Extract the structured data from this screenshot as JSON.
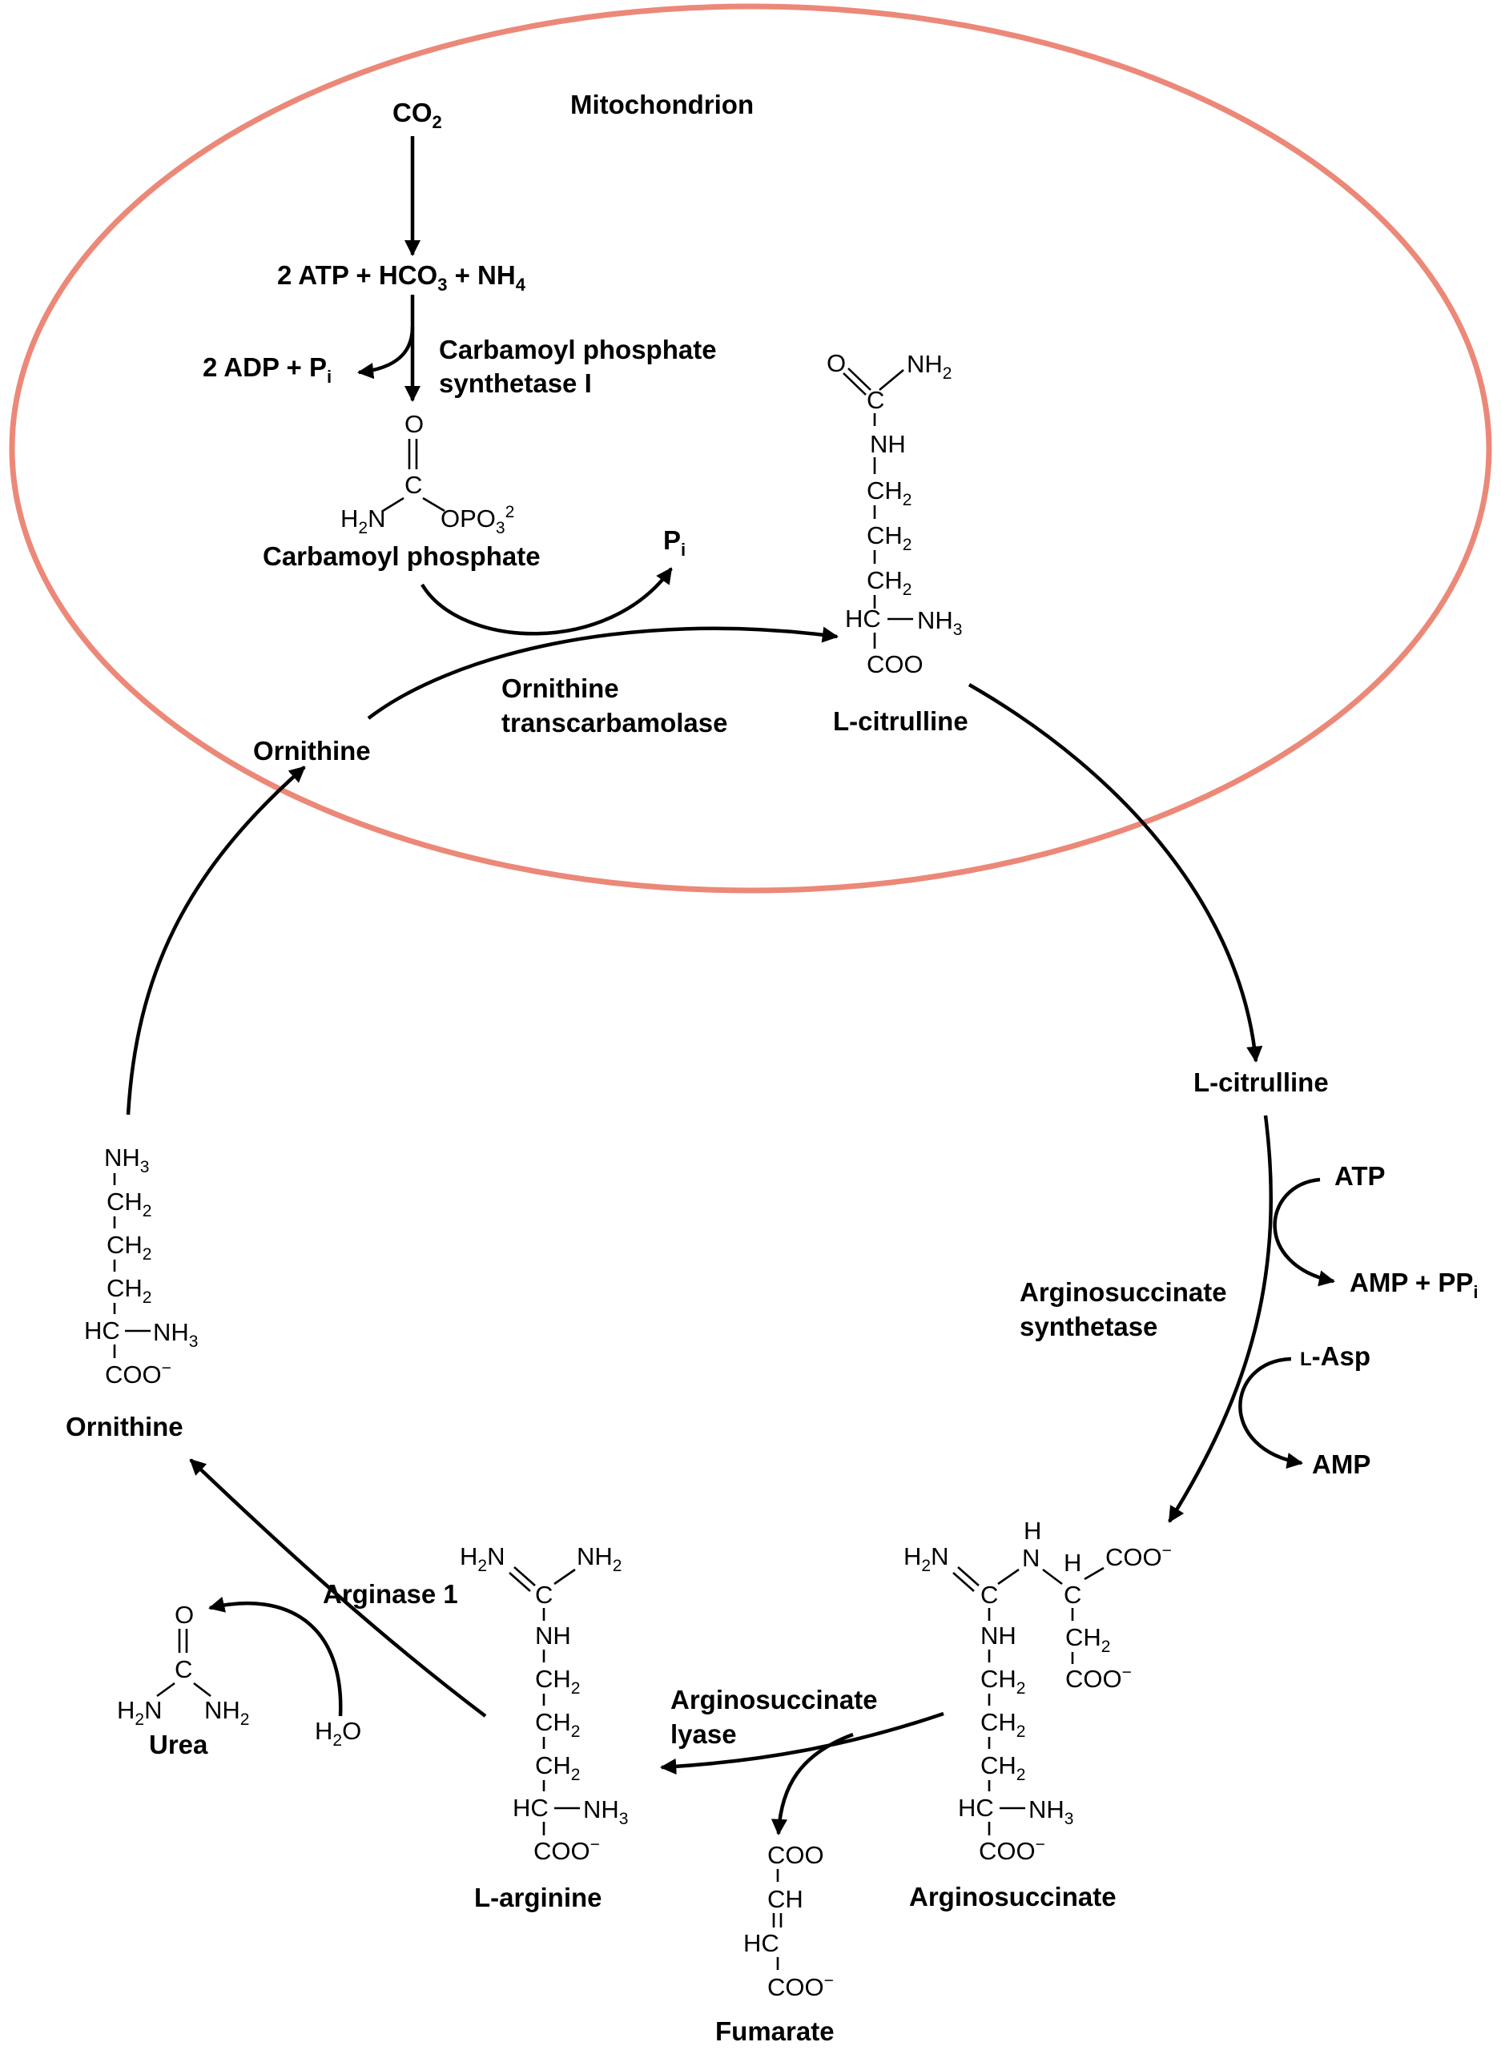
{
  "colors": {
    "membrane": "#ec8878",
    "ink": "#000000",
    "background": "#ffffff"
  },
  "compartment": {
    "label": "Mitochondrion"
  },
  "inputs": {
    "co2": "CO",
    "co2_sub": "2",
    "reactants_a": "2 ATP + HCO",
    "reactants_a_sub": "3",
    "reactants_b": " + NH",
    "reactants_b_sub": "4",
    "byproduct_a": "2 ADP + P",
    "byproduct_a_sub": "i"
  },
  "enzymes": {
    "cps1_line1": "Carbamoyl phosphate",
    "cps1_line2": "synthetase I",
    "otc_line1": "Ornithine",
    "otc_line2": "transcarbamolase",
    "ass_line1": "Arginosuccinate",
    "ass_line2": "synthetase",
    "asl_line1": "Arginosuccinate",
    "asl_line2": "lyase",
    "arginase": "Arginase 1"
  },
  "compounds": {
    "carbamoyl_phosphate": "Carbamoyl phosphate",
    "pi": "P",
    "pi_sub": "i",
    "citrulline_mito": "L-citrulline",
    "ornithine_mito": "Ornithine",
    "citrulline_cyto": "L-citrulline",
    "atp": "ATP",
    "amp_ppi": "AMP + PP",
    "amp_ppi_sub": "i",
    "l_asp_prefix": "L",
    "l_asp_rest": "-Asp",
    "amp": "AMP",
    "arginosuccinate": "Arginosuccinate",
    "fumarate": "Fumarate",
    "l_arginine": "L-arginine",
    "urea": "Urea",
    "water": "H",
    "water_sub": "2",
    "water_tail": "O",
    "ornithine_cyto": "Ornithine"
  },
  "structures": {
    "cp_o": "O",
    "cp_c": "C",
    "cp_h2n": "H",
    "cp_h2n_sub": "2",
    "cp_h2n_tail": "N",
    "cp_opo3": "OPO",
    "cp_opo3_sub": "3",
    "cp_opo3_sup": "2",
    "cit_o": "O",
    "cit_nh2": "NH",
    "cit_nh2_sub": "2",
    "cit_c": "C",
    "cit_nh": "NH",
    "cit_ch2_1": "CH",
    "cit_ch2_1_sub": "2",
    "cit_ch2_2": "CH",
    "cit_ch2_2_sub": "2",
    "cit_ch2_3": "CH",
    "cit_ch2_3_sub": "2",
    "cit_hc": "HC",
    "cit_nh3": "NH",
    "cit_nh3_sub": "3",
    "cit_coo": "COO",
    "orn_nh3_top": "NH",
    "orn_nh3_top_sub": "3",
    "orn_ch2_1": "CH",
    "orn_ch2_1_sub": "2",
    "orn_ch2_2": "CH",
    "orn_ch2_2_sub": "2",
    "orn_ch2_3": "CH",
    "orn_ch2_3_sub": "2",
    "orn_hc": "HC",
    "orn_nh3": "NH",
    "orn_nh3_sub": "3",
    "orn_coo": "COO",
    "orn_coo_sup": "−",
    "arg_h2n": "H",
    "arg_h2n_sub": "2",
    "arg_h2n_tail": "N",
    "arg_nh2": "NH",
    "arg_nh2_sub": "2",
    "arg_c": "C",
    "arg_nh": "NH",
    "arg_ch2_1": "CH",
    "arg_ch2_1_sub": "2",
    "arg_ch2_2": "CH",
    "arg_ch2_2_sub": "2",
    "arg_ch2_3": "CH",
    "arg_ch2_3_sub": "2",
    "arg_hc": "HC",
    "arg_nh3": "NH",
    "arg_nh3_sub": "3",
    "arg_coo": "COO",
    "arg_coo_sup": "−",
    "as_h2n": "H",
    "as_h2n_sub": "2",
    "as_h2n_tail": "N",
    "as_h_top": "H",
    "as_n": "N",
    "as_h": "H",
    "as_coo_top": "COO",
    "as_coo_top_sup": "−",
    "as_c": "C",
    "as_c2": "C",
    "as_nh": "NH",
    "as_ch2_side": "CH",
    "as_ch2_side_sub": "2",
    "as_coo_side": "COO",
    "as_coo_side_sup": "−",
    "as_ch2_1": "CH",
    "as_ch2_1_sub": "2",
    "as_ch2_2": "CH",
    "as_ch2_2_sub": "2",
    "as_ch2_3": "CH",
    "as_ch2_3_sub": "2",
    "as_hc": "HC",
    "as_nh3": "NH",
    "as_nh3_sub": "3",
    "as_coo": "COO",
    "as_coo_sup": "−",
    "fum_coo_top": "COO",
    "fum_ch": "CH",
    "fum_hc": "HC",
    "fum_coo": "COO",
    "fum_coo_sup": "−",
    "urea_o": "O",
    "urea_c": "C",
    "urea_h2n": "H",
    "urea_h2n_sub": "2",
    "urea_h2n_tail": "N",
    "urea_nh2": "NH",
    "urea_nh2_sub": "2"
  }
}
